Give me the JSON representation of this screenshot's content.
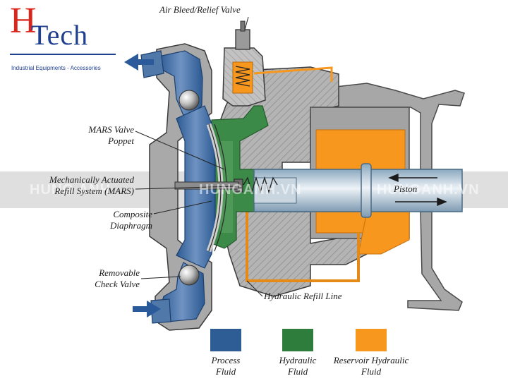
{
  "logo": {
    "letter": "H",
    "word": "Tech",
    "tagline": "Industrial Equipments - Accessories"
  },
  "labels": {
    "air_bleed": "Air Bleed/Relief Valve",
    "mars_poppet_l1": "MARS Valve",
    "mars_poppet_l2": "Poppet",
    "mars_system_l1": "Mechanically Actuated",
    "mars_system_l2": "Refill System (MARS)",
    "diaphragm_l1": "Composite",
    "diaphragm_l2": "Diaphragm",
    "check_valve_l1": "Removable",
    "check_valve_l2": "Check Valve",
    "refill_line": "Hydraulic Refill Line",
    "piston": "Piston"
  },
  "watermark": {
    "left": "HUNG ANH",
    "center": "HUNGANH.VN",
    "right": "HUNGANH.VN"
  },
  "legend": [
    {
      "l1": "Process",
      "l2": "Fluid",
      "color": "#2e5d96"
    },
    {
      "l1": "Hydraulic",
      "l2": "Fluid",
      "color": "#2f7d3c"
    },
    {
      "l1": "Reservoir Hydraulic",
      "l2": "Fluid",
      "color": "#f7971e"
    }
  ],
  "colors": {
    "process": "#2e5d96",
    "hydraulic": "#2f7d3c",
    "reservoir": "#f7971e",
    "housing": "#a9a9a9",
    "hatch": "#8a8a8a",
    "arrow": "#2a5a9a",
    "band": "#d4d4d4"
  }
}
